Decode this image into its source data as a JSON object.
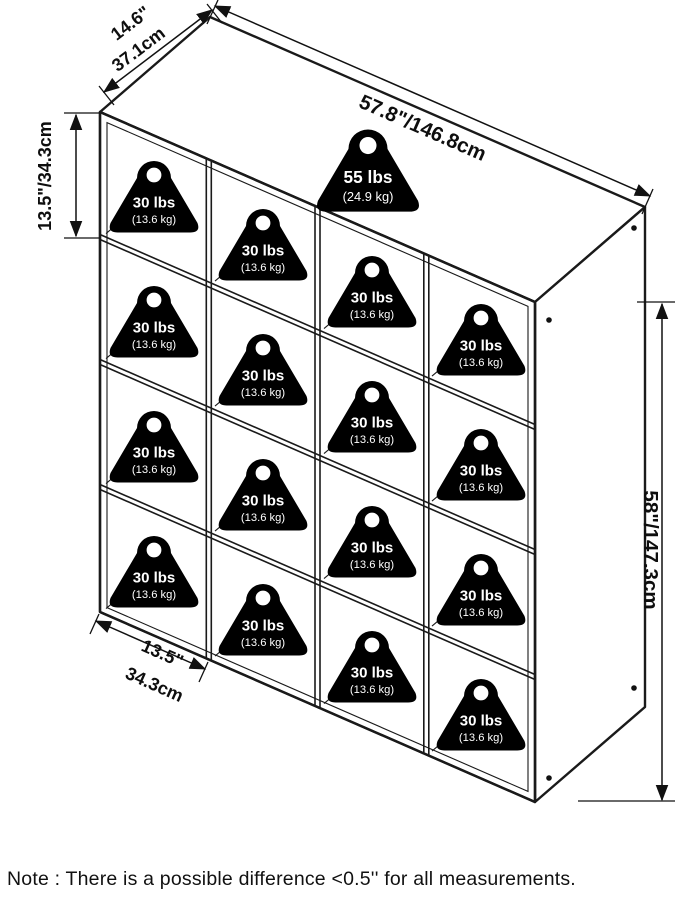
{
  "dimensions": {
    "depth_in": "14.6\"",
    "depth_cm": "37.1cm",
    "width": "57.8\"/146.8cm",
    "cube_height": "13.5\"/34.3cm",
    "total_height": "58\"/147.3cm",
    "cube_width_in": "13.5\"",
    "cube_width_cm": "34.3cm"
  },
  "weights": {
    "top": {
      "lbs": "55 lbs",
      "kg": "(24.9 kg)"
    },
    "cube": {
      "lbs": "30 lbs",
      "kg": "(13.6 kg)"
    }
  },
  "grid": {
    "rows": 4,
    "cols": 4,
    "cubes": 16
  },
  "note": "Note : There is a possible difference <0.5'' for all measurements.",
  "colors": {
    "line": "#1a1a1a",
    "icon": "#000000",
    "icon_text": "#ffffff",
    "background": "#ffffff"
  }
}
